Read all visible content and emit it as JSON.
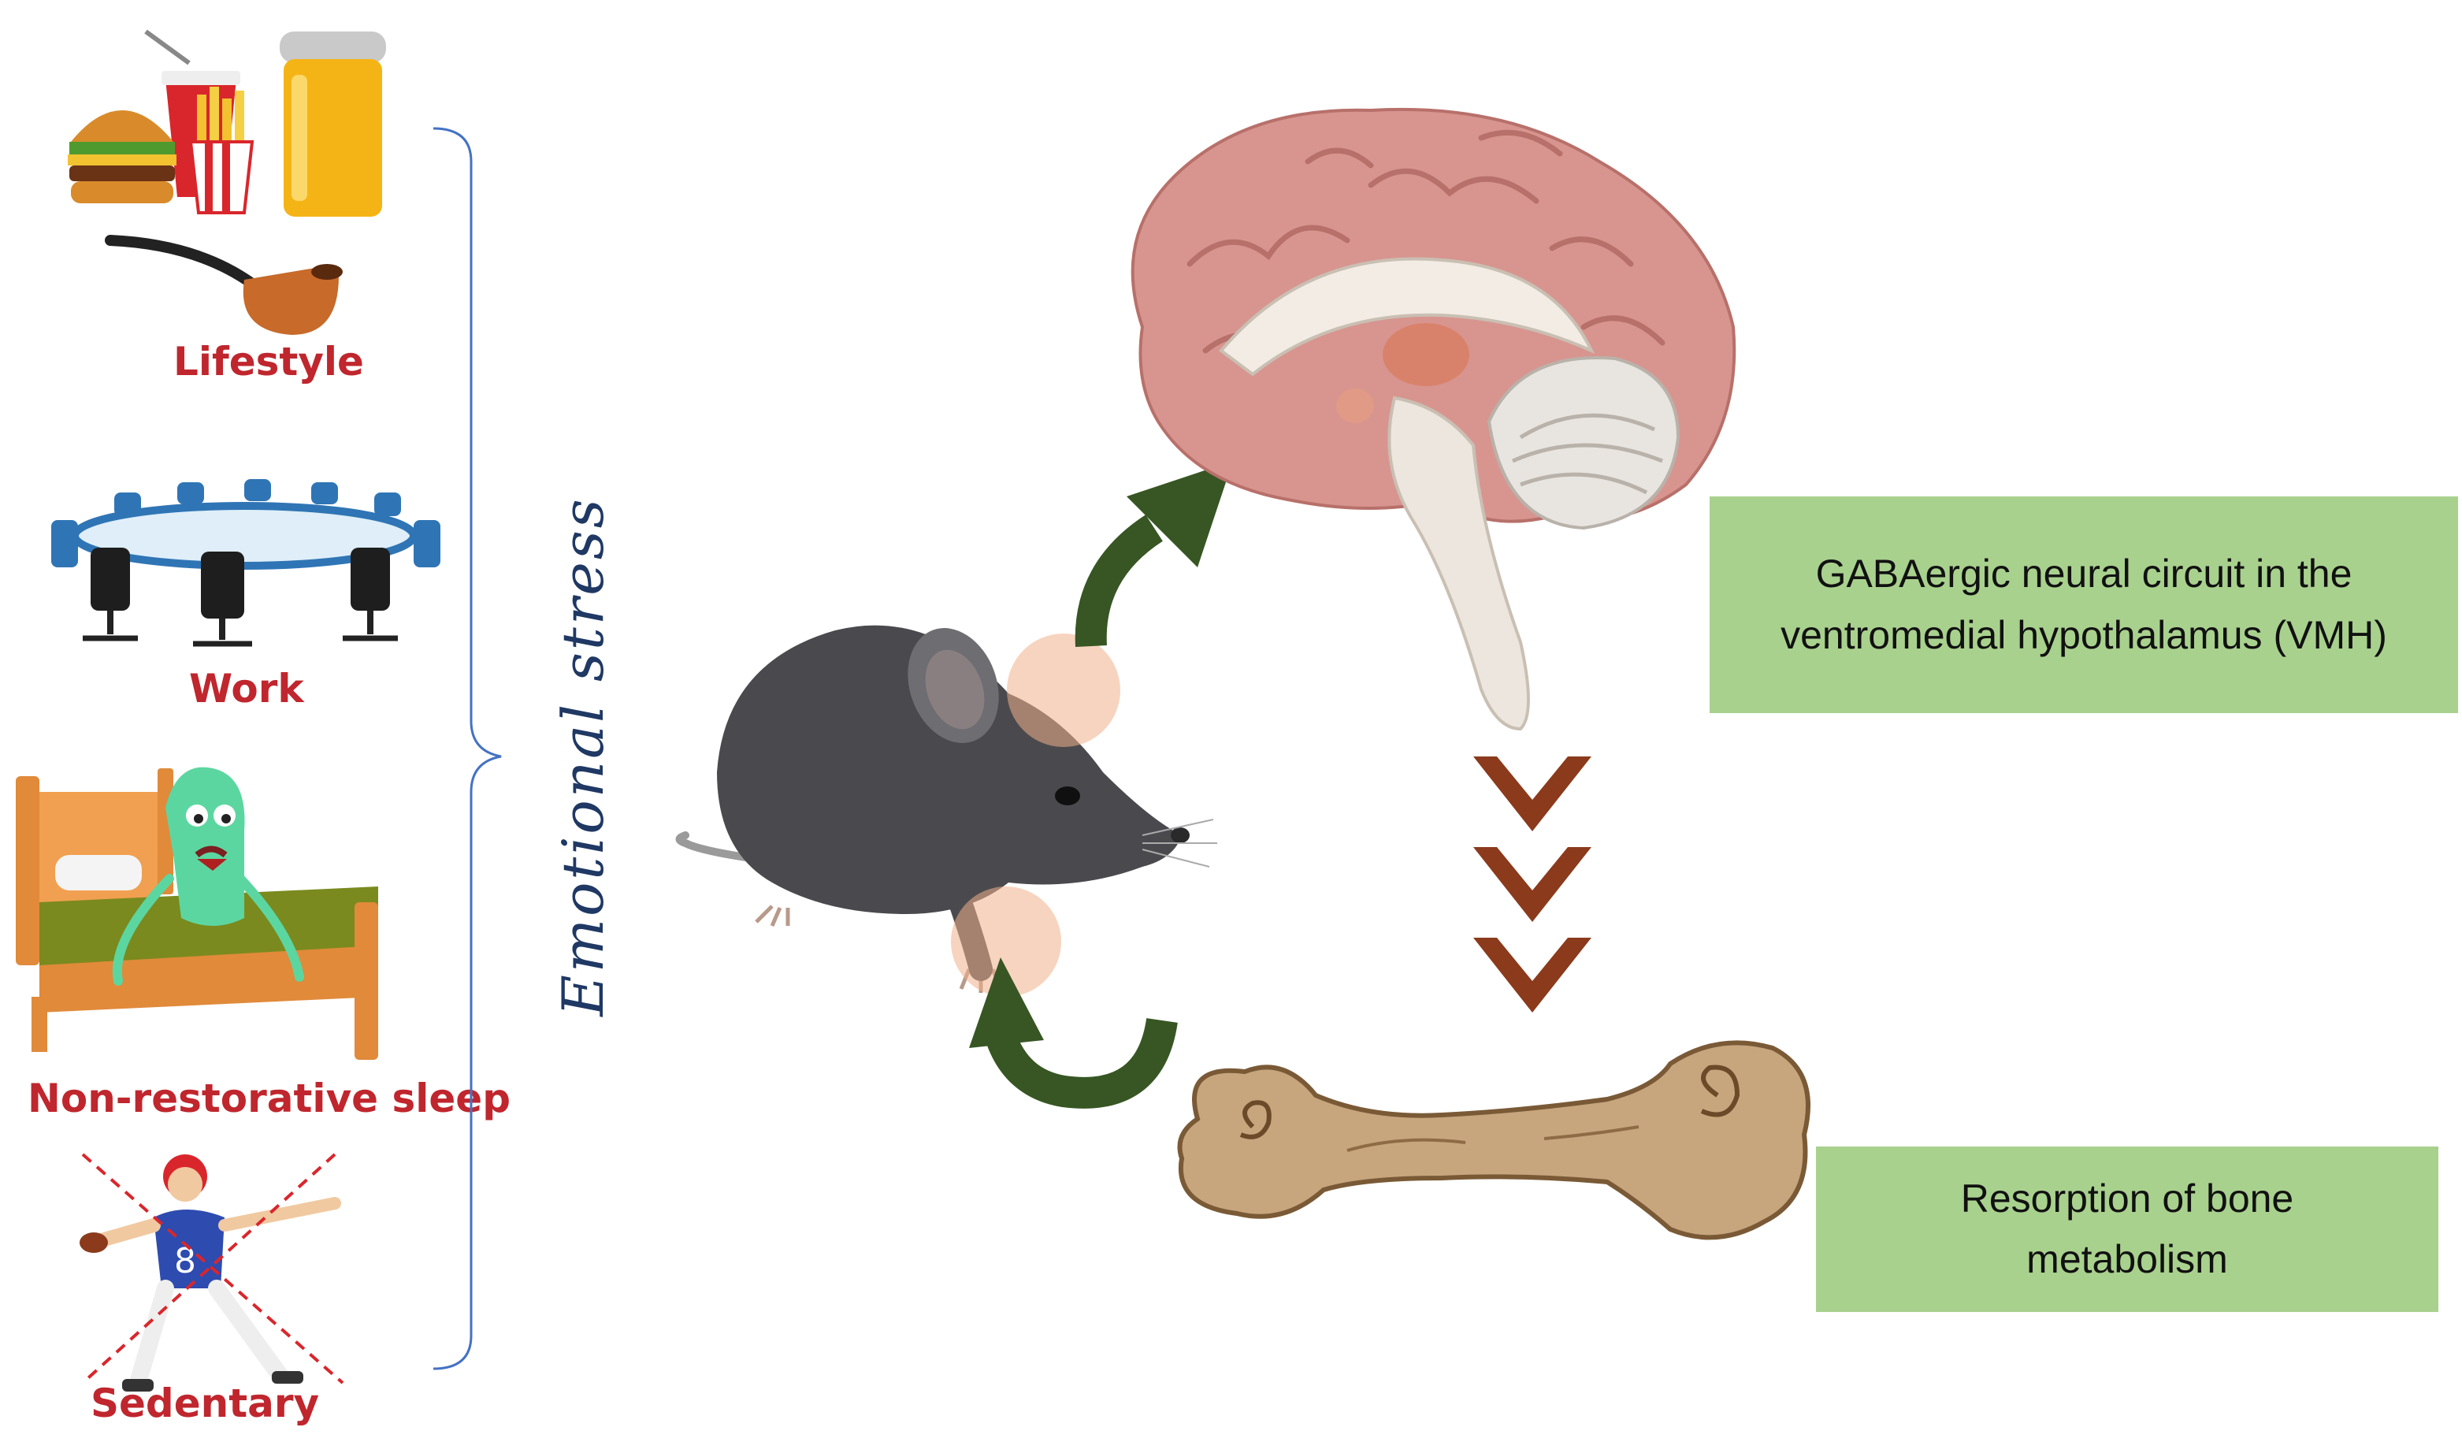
{
  "factors": {
    "lifestyle": "Lifestyle",
    "work": "Work",
    "sleep": "Non-restorative sleep",
    "sedentary": "Sedentary"
  },
  "stress_label": "Emotional stress",
  "boxes": {
    "vmh_line1": "GABAergic neural circuit in the",
    "vmh_line2": "ventromedial hypothalamus (VMH)",
    "bone_line1": "Resorption of bone",
    "bone_line2": "metabolism"
  },
  "colors": {
    "label_red": "#c0262d",
    "box_green": "#a9d18e",
    "arrow_green": "#375623",
    "chevron_brown": "#8b3a1c",
    "bracket_blue": "#4472c4",
    "stress_navy": "#1f3864"
  }
}
